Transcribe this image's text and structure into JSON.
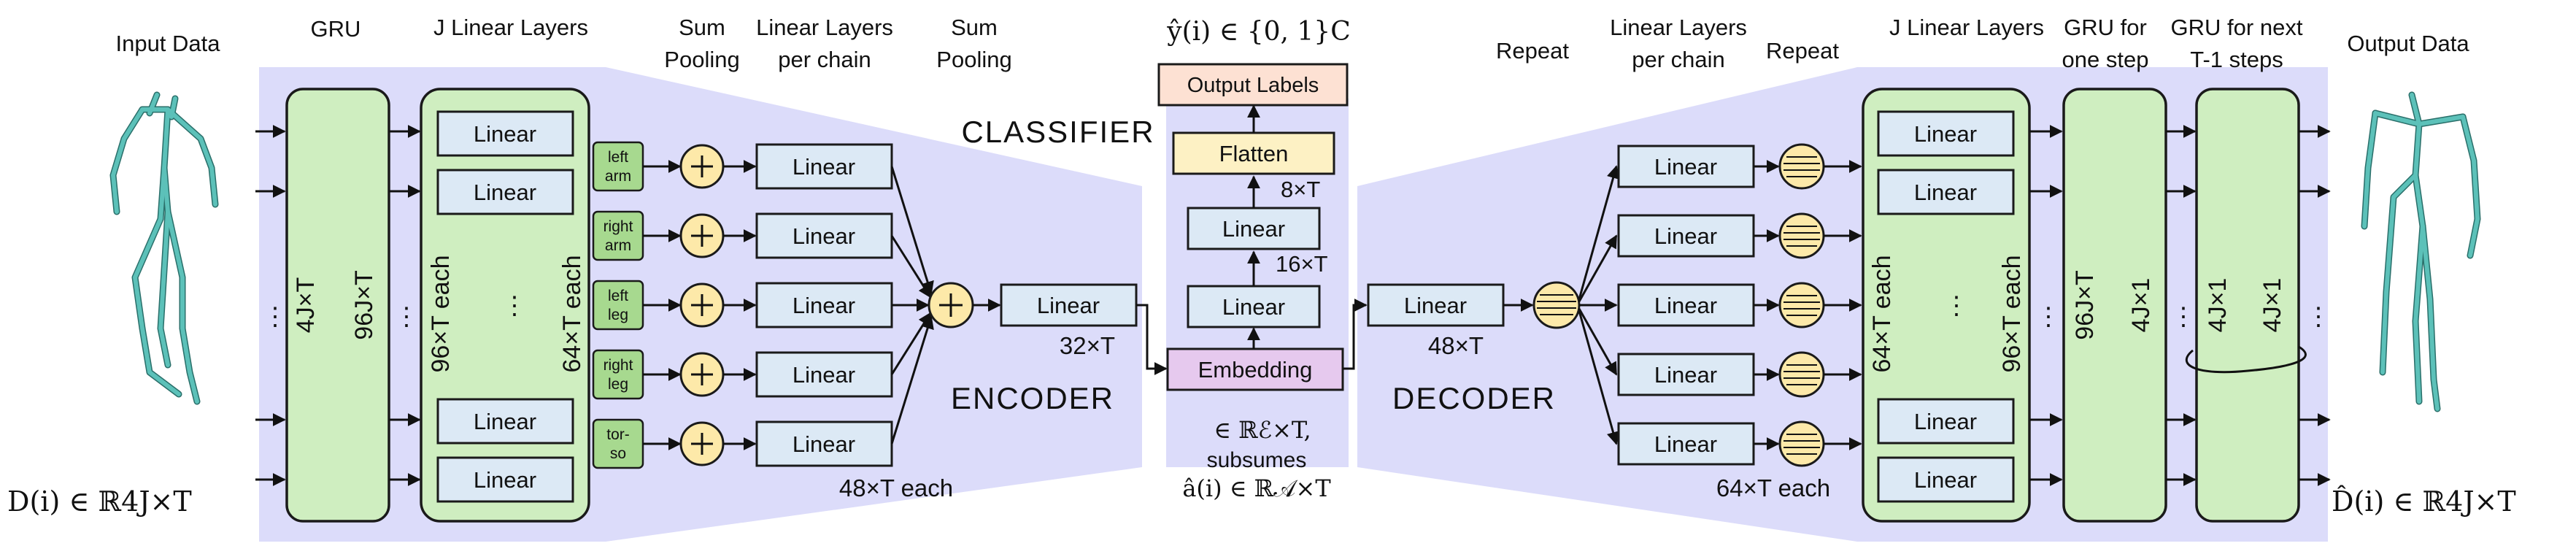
{
  "headers": {
    "input_data": "Input Data",
    "gru": "GRU",
    "j_linear_layers": "J Linear Layers",
    "sum_pooling_1": [
      "Sum",
      "Pooling"
    ],
    "linear_per_chain": [
      "Linear Layers",
      "per chain"
    ],
    "sum_pooling_2": [
      "Sum",
      "Pooling"
    ],
    "repeat_1": "Repeat",
    "linear_per_chain_dec": [
      "Linear Layers",
      "per chain"
    ],
    "repeat_2": "Repeat",
    "j_linear_layers_dec": "J Linear Layers",
    "gru_one_step": [
      "GRU for",
      "one step"
    ],
    "gru_next_steps": [
      "GRU for next",
      "T-1 steps"
    ],
    "output_data": "Output Data"
  },
  "math": {
    "y_hat": "ŷ(i) ∈ {0, 1}C",
    "d_input": "D(i) ∈ ℝ4J×T",
    "d_output": "D̂(i) ∈ ℝ4J×T",
    "embedding_space": "∈ ℝℰ×T,",
    "subsumes": "subsumes",
    "a_hat": "â(i) ∈ ℝ𝒜×T"
  },
  "section_labels": {
    "classifier": "CLASSIFIER",
    "encoder": "ENCODER",
    "decoder": "DECODER"
  },
  "encoder": {
    "gru_dims": [
      "4J×T",
      "96J×T"
    ],
    "linear_label": "Linear",
    "j_linear_dims": [
      "96×T each",
      "64×T each"
    ],
    "chain_tags": [
      [
        "left",
        "arm"
      ],
      [
        "right",
        "arm"
      ],
      [
        "left",
        "leg"
      ],
      [
        "right",
        "leg"
      ],
      [
        "tor-",
        "so"
      ]
    ],
    "chain_linear_dim": "48×T each",
    "final_linear_dim": "32×T"
  },
  "classifier": {
    "embedding": "Embedding",
    "linear": "Linear",
    "dim_16": "16×T",
    "dim_8": "8×T",
    "flatten": "Flatten",
    "output_labels": "Output Labels"
  },
  "decoder": {
    "linear_dim": "48×T",
    "chain_linear_dim": "64×T each",
    "j_linear_dims": [
      "64×T each",
      "96×T each"
    ],
    "gru_one_dims": [
      "96J×T",
      "4J×1"
    ],
    "gru_next_dims": [
      "4J×1",
      "4J×1"
    ]
  },
  "colors": {
    "panel": "#dcdcfa",
    "linear": "#dce9f5",
    "gru": "#cfeec0",
    "tag": "#a7d98f",
    "pool": "#fde9a9",
    "flatten": "#fdf1c4",
    "output": "#fde1d3",
    "embedding": "#e6c9ee",
    "skeleton": "#5cc1b9"
  }
}
